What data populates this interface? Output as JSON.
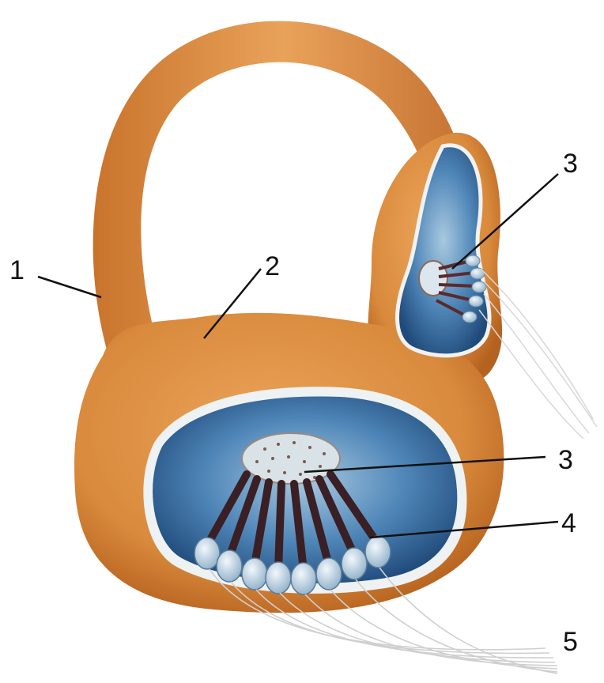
{
  "labels": {
    "l1": "1",
    "l2": "2",
    "l3a": "3",
    "l3b": "3",
    "l4": "4",
    "l5": "5"
  },
  "colors": {
    "tissue": "#d98a3c",
    "tissue_dark": "#b5611f",
    "cavity": "#4f86b8",
    "cavity_dark": "#1f4a7a",
    "cell": "#c9dbe8",
    "membrane": "#e8eef0"
  }
}
